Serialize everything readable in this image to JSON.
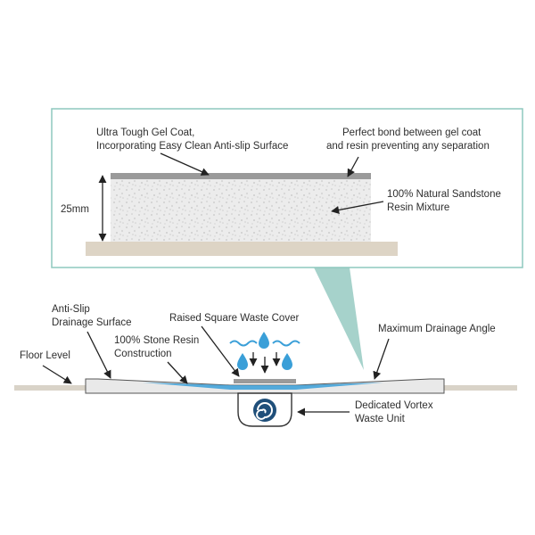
{
  "detail": {
    "gel_coat_line1": "Ultra Tough Gel Coat,",
    "gel_coat_line2": "Incorporating Easy Clean Anti-slip Surface",
    "bond_line1": "Perfect bond between gel coat",
    "bond_line2": "and resin preventing any separation",
    "thickness": "25mm",
    "sandstone_line1": "100% Natural Sandstone",
    "sandstone_line2": "Resin Mixture"
  },
  "tray": {
    "anti_slip_line1": "Anti-Slip",
    "anti_slip_line2": "Drainage Surface",
    "floor_level": "Floor Level",
    "stone_resin_line1": "100% Stone Resin",
    "stone_resin_line2": "Construction",
    "waste_cover": "Raised Square Waste Cover",
    "max_angle": "Maximum Drainage Angle",
    "vortex_line1": "Dedicated Vortex",
    "vortex_line2": "Waste Unit"
  },
  "colors": {
    "frame": "#8ec8be",
    "callout": "#9ccdc5",
    "water": "#3a9fd8",
    "gel_coat": "#9a9a9a",
    "base_slab": "#ddd4c5",
    "floor": "#d9d3c8"
  }
}
